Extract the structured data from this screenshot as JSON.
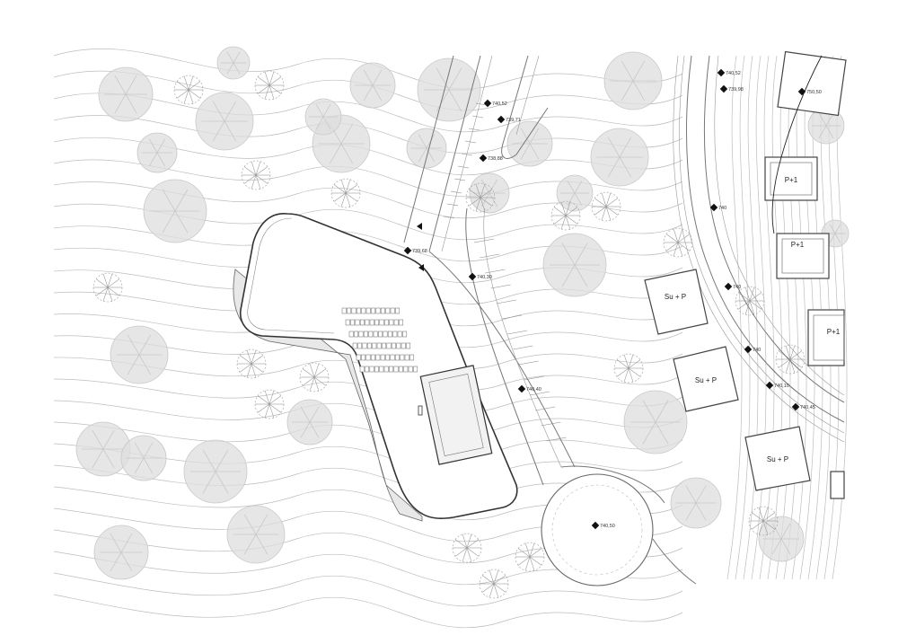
{
  "title": "",
  "houses": [
    {
      "id": "h1",
      "label": "P+1"
    },
    {
      "id": "h2",
      "label": "P+1"
    },
    {
      "id": "h3",
      "label": "P+1"
    },
    {
      "id": "h4",
      "label": "Su + P"
    },
    {
      "id": "h5",
      "label": "Su + P"
    },
    {
      "id": "h6",
      "label": "Su + P"
    }
  ],
  "elevations": [
    {
      "id": "e1",
      "text": "740,52"
    },
    {
      "id": "e2",
      "text": "739,71"
    },
    {
      "id": "e3",
      "text": "738,88"
    },
    {
      "id": "e4",
      "text": "739,98"
    },
    {
      "id": "e5",
      "text": "739,68"
    },
    {
      "id": "e6",
      "text": "740,30"
    },
    {
      "id": "e7",
      "text": "740,40"
    },
    {
      "id": "e8",
      "text": "740,50"
    },
    {
      "id": "e9",
      "text": "750,50"
    },
    {
      "id": "e10",
      "text": "740"
    },
    {
      "id": "e11",
      "text": "740"
    },
    {
      "id": "e12",
      "text": "740"
    },
    {
      "id": "e13",
      "text": "740,10"
    },
    {
      "id": "e14",
      "text": "740,45"
    },
    {
      "id": "e15",
      "text": "740,52"
    }
  ]
}
